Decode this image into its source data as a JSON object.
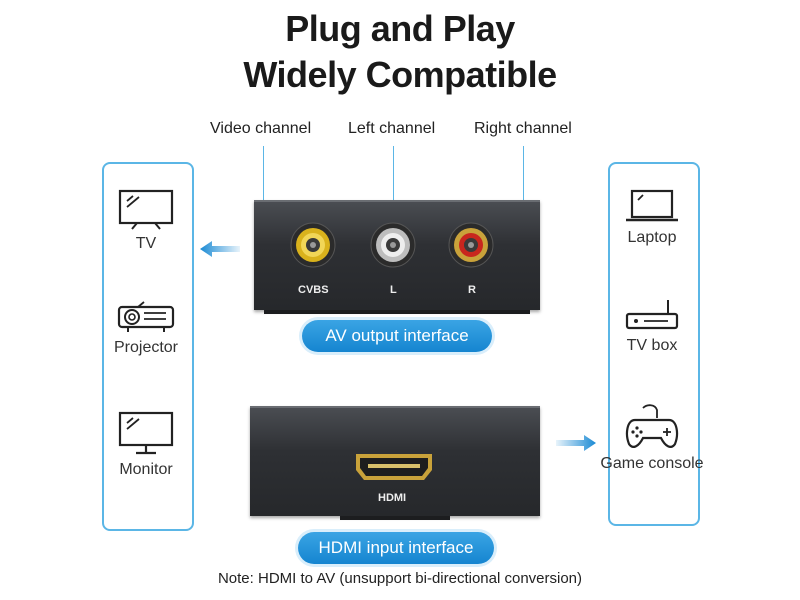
{
  "title": {
    "line1": "Plug and Play",
    "line2": "Widely Compatible"
  },
  "channels": {
    "video": "Video channel",
    "left": "Left channel",
    "right": "Right channel"
  },
  "output_devices": [
    {
      "label": "TV",
      "icon": "tv-icon"
    },
    {
      "label": "Projector",
      "icon": "projector-icon"
    },
    {
      "label": "Monitor",
      "icon": "monitor-icon"
    }
  ],
  "input_devices": [
    {
      "label": "Laptop",
      "icon": "laptop-icon"
    },
    {
      "label": "TV box",
      "icon": "tv-box-icon"
    },
    {
      "label": "Game console",
      "icon": "gamepad-icon"
    }
  ],
  "ports": {
    "cvbs": "CVBS",
    "l": "L",
    "r": "R",
    "hdmi": "HDMI"
  },
  "badges": {
    "av_output": "AV output interface",
    "hdmi_input": "HDMI input interface"
  },
  "note": "Note:  HDMI to AV (unsupport bi-directional conversion)",
  "colors": {
    "accent": "#1a8ad4",
    "panel_border": "#5bb6e6",
    "rca_yellow": "#d9b21c",
    "rca_white": "#d8d8d8",
    "rca_red": "#c8261e",
    "hdmi_gold": "#c9a23a"
  }
}
